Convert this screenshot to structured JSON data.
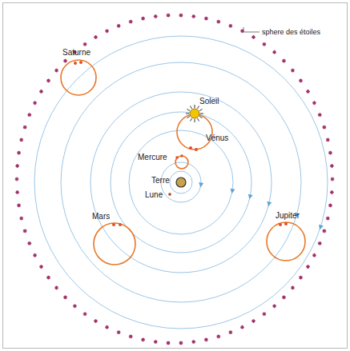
{
  "diagram": {
    "labels": [
      "sphere des étoiles",
      "Saturne",
      "Soleil",
      "Vénus",
      "Mercure",
      "Terre",
      "Lune",
      "Mars",
      "Jupiter"
    ]
  }
}
